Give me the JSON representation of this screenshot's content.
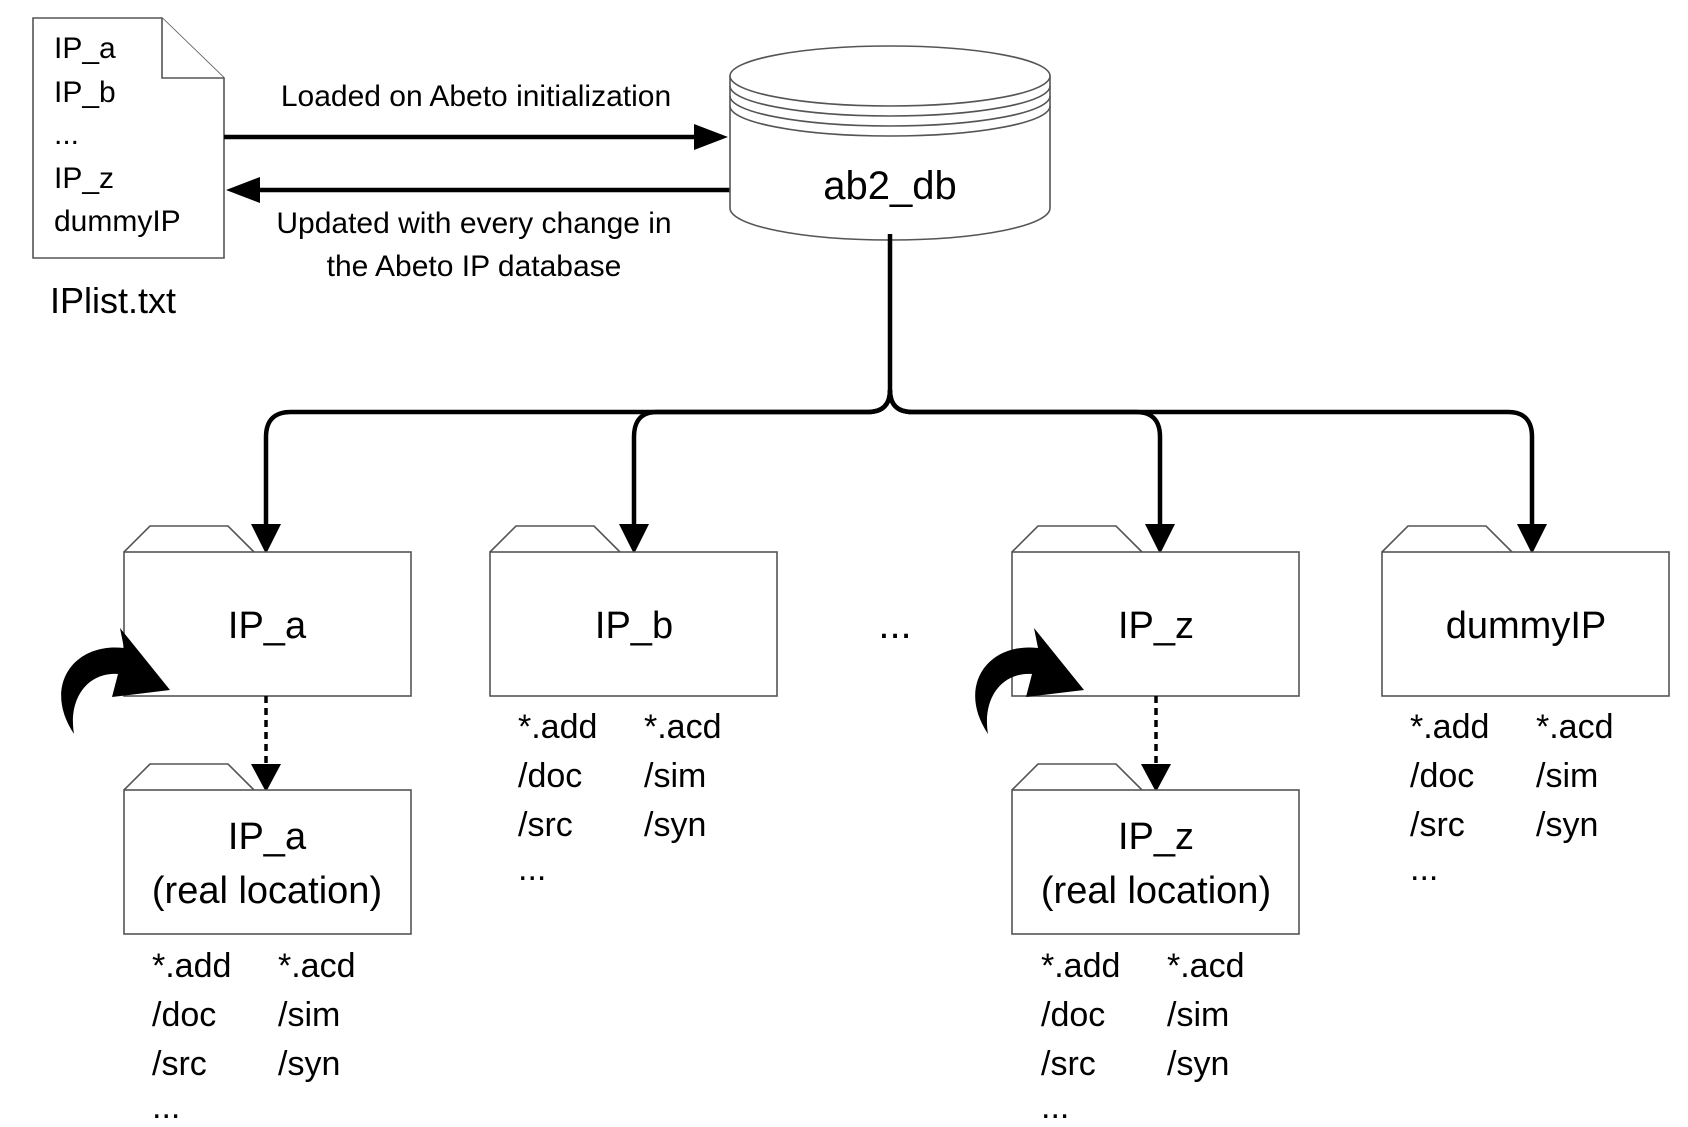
{
  "file": {
    "lines": [
      "IP_a",
      "IP_b",
      "...",
      "IP_z",
      "dummyIP"
    ],
    "name": "IPlist.txt"
  },
  "database": {
    "name": "ab2_db"
  },
  "arrows": {
    "load_label": "Loaded on Abeto initialization",
    "update_label_line1": "Updated with every change in",
    "update_label_line2": "the Abeto IP database"
  },
  "ellipsis": "...",
  "folders": [
    {
      "name": "IP_a",
      "has_link": true,
      "real_location": {
        "name": "IP_a",
        "subtitle": "(real location)",
        "contents": [
          [
            "*.add",
            "*.acd"
          ],
          [
            "/doc",
            "/sim"
          ],
          [
            "/src",
            "/syn"
          ],
          [
            "...",
            ""
          ]
        ]
      }
    },
    {
      "name": "IP_b",
      "has_link": false,
      "contents": [
        [
          "*.add",
          "*.acd"
        ],
        [
          "/doc",
          "/sim"
        ],
        [
          "/src",
          "/syn"
        ],
        [
          "...",
          ""
        ]
      ]
    },
    {
      "name": "IP_z",
      "has_link": true,
      "real_location": {
        "name": "IP_z",
        "subtitle": "(real location)",
        "contents": [
          [
            "*.add",
            "*.acd"
          ],
          [
            "/doc",
            "/sim"
          ],
          [
            "/src",
            "/syn"
          ],
          [
            "...",
            ""
          ]
        ]
      }
    },
    {
      "name": "dummyIP",
      "has_link": false,
      "contents": [
        [
          "*.add",
          "*.acd"
        ],
        [
          "/doc",
          "/sim"
        ],
        [
          "/src",
          "/syn"
        ],
        [
          "...",
          ""
        ]
      ]
    }
  ],
  "colors": {
    "line": "#000000",
    "shape_border": "#555555",
    "background": "#ffffff"
  }
}
